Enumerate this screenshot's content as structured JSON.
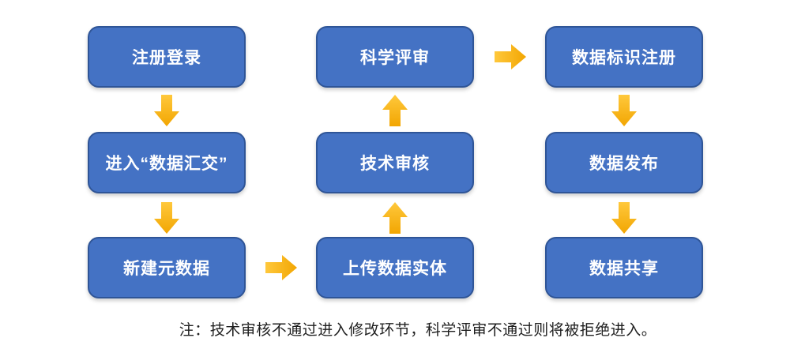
{
  "diagram": {
    "title_semantic": "data-submission-workflow-flowchart",
    "colors": {
      "background": "#FFFFFF",
      "node_fill": "#4472C4",
      "node_border": "#2F5597",
      "node_text": "#FFFFFF",
      "arrow_gold_light": "#FFC83C",
      "arrow_gold_dark": "#F2A602",
      "note_text": "#1F1F1F"
    },
    "nodes": [
      {
        "id": "register-login",
        "label": "注册登录",
        "col": "left",
        "row": "top"
      },
      {
        "id": "enter-data-submission",
        "label": "进入“数据汇交”",
        "col": "left",
        "row": "middle"
      },
      {
        "id": "create-metadata",
        "label": "新建元数据",
        "col": "left",
        "row": "bottom"
      },
      {
        "id": "scientific-review",
        "label": "科学评审",
        "col": "mid",
        "row": "top"
      },
      {
        "id": "technical-review",
        "label": "技术审核",
        "col": "mid",
        "row": "middle"
      },
      {
        "id": "upload-data-entity",
        "label": "上传数据实体",
        "col": "mid",
        "row": "bottom"
      },
      {
        "id": "data-id-registration",
        "label": "数据标识注册",
        "col": "right",
        "row": "top"
      },
      {
        "id": "data-publish",
        "label": "数据发布",
        "col": "right",
        "row": "middle"
      },
      {
        "id": "data-sharing",
        "label": "数据共享",
        "col": "right",
        "row": "bottom"
      }
    ],
    "arrows": [
      {
        "from": "register-login",
        "to": "enter-data-submission",
        "direction": "down"
      },
      {
        "from": "enter-data-submission",
        "to": "create-metadata",
        "direction": "down"
      },
      {
        "from": "create-metadata",
        "to": "upload-data-entity",
        "direction": "right"
      },
      {
        "from": "upload-data-entity",
        "to": "technical-review",
        "direction": "up"
      },
      {
        "from": "technical-review",
        "to": "scientific-review",
        "direction": "up"
      },
      {
        "from": "scientific-review",
        "to": "data-id-registration",
        "direction": "right"
      },
      {
        "from": "data-id-registration",
        "to": "data-publish",
        "direction": "down"
      },
      {
        "from": "data-publish",
        "to": "data-sharing",
        "direction": "down"
      }
    ],
    "note": "注：技术审核不通过进入修改环节，科学评审不通过则将被拒绝进入。"
  }
}
